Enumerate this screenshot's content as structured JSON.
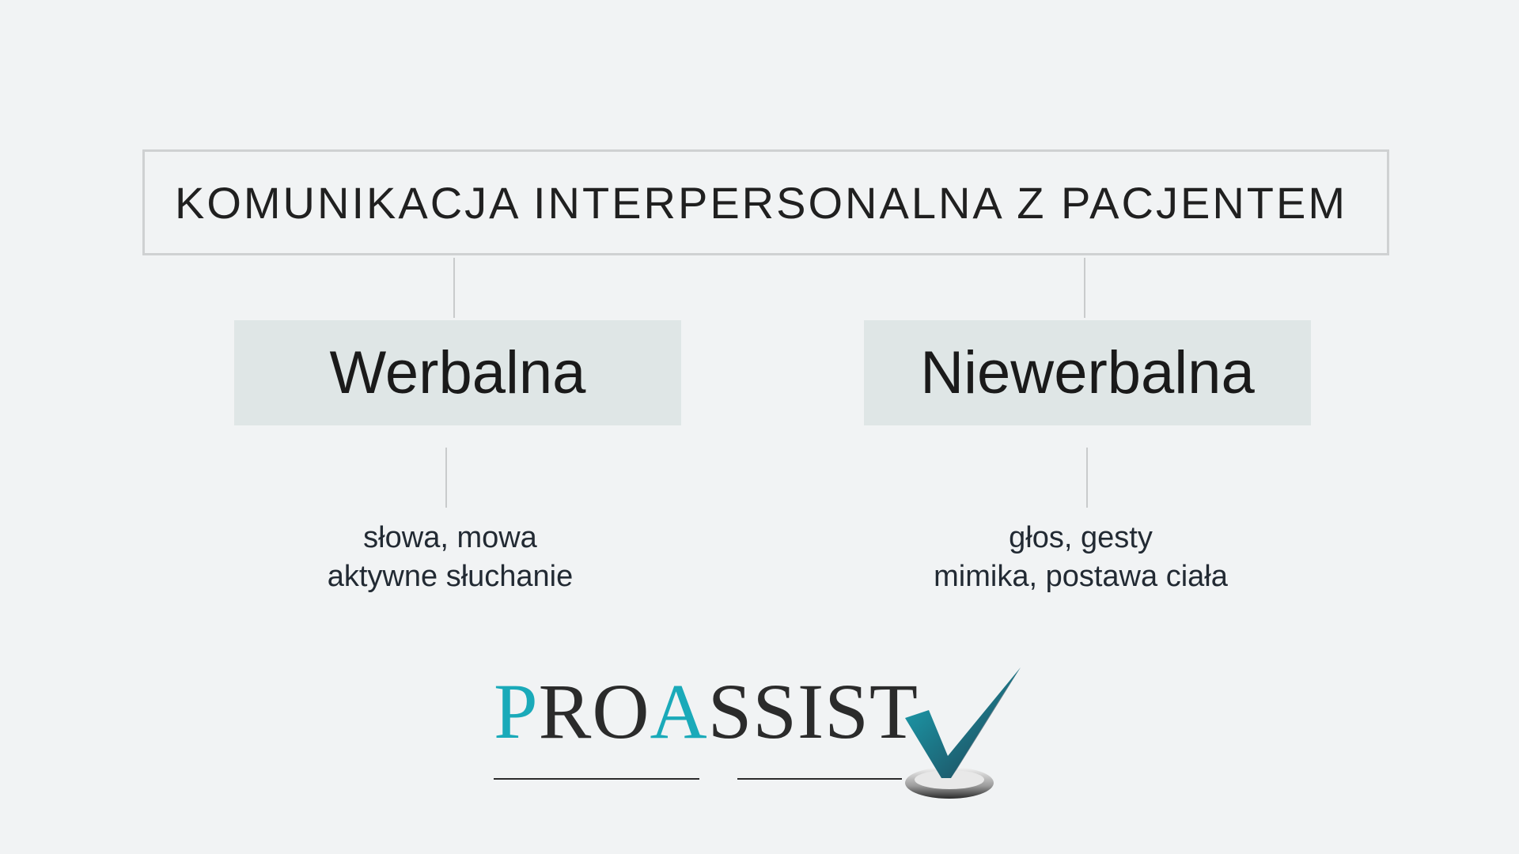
{
  "title": "KOMUNIKACJA INTERPERSONALNA Z PACJENTEM",
  "categories": [
    {
      "label": "Werbalna",
      "lines": [
        "słowa, mowa",
        "aktywne słuchanie"
      ]
    },
    {
      "label": "Niewerbalna",
      "lines": [
        "głos, gesty",
        "mimika, postawa ciała"
      ]
    }
  ],
  "logo": {
    "text": "PROASSIST",
    "icon": "checkmark-icon",
    "colors": {
      "teal": "#1aaab9",
      "dark": "#2b2b2b",
      "check_dark": "#1f3d4f"
    }
  },
  "colors": {
    "background": "#f1f3f4",
    "category_fill": "#dfe6e6",
    "connector": "#c9cbcc",
    "title_border": "#cfd1d2"
  }
}
